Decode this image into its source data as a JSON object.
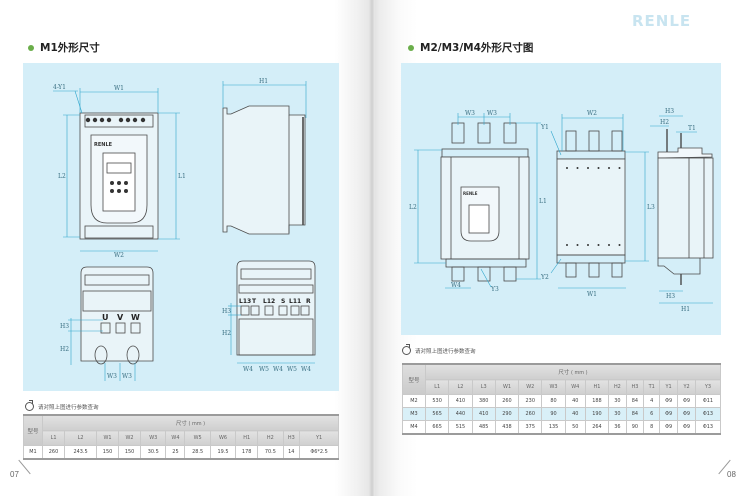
{
  "brand": {
    "logo_text": "RENLE",
    "accent_color": "#6aae4a",
    "panel_color": "#d4eef8"
  },
  "left_page": {
    "section_title": "M1外形尺寸",
    "page_number": "07",
    "drawing_labels": {
      "front": {
        "W1": "W1",
        "W2": "W2",
        "L1": "L1",
        "L2": "L2",
        "Y1": "4-Y1",
        "badge": "RENLE"
      },
      "side": {
        "H1": "H1"
      },
      "bottom_out": {
        "terminals": [
          "U",
          "V",
          "W"
        ],
        "H3": "H3",
        "H2": "H2",
        "W3a": "W3",
        "W3b": "W3"
      },
      "bottom_in": {
        "terminals": [
          "L13",
          "T",
          "L12",
          "S",
          "L11",
          "R"
        ],
        "H3": "H3",
        "H2": "H2",
        "w": [
          "W4",
          "W5",
          "W4",
          "W5",
          "W4"
        ]
      }
    },
    "note": "请对照上图进行参数查询",
    "table": {
      "model_header": "型号",
      "group_header": "尺寸 ( mm )",
      "columns": [
        "L1",
        "L2",
        "W1",
        "W2",
        "W3",
        "W4",
        "W5",
        "W6",
        "H1",
        "H2",
        "H3",
        "Y1"
      ],
      "rows": [
        {
          "model": "M1",
          "values": [
            "260",
            "243.5",
            "150",
            "150",
            "30.5",
            "25",
            "28.5",
            "19.5",
            "178",
            "70.5",
            "14",
            "Φ6*2.5"
          ]
        }
      ]
    }
  },
  "right_page": {
    "section_title": "M2/M3/M4外形尺寸图",
    "page_number": "08",
    "drawing_labels": {
      "front": {
        "W3a": "W3",
        "W3b": "W3",
        "L1": "L1",
        "L2": "L2",
        "W4": "W4",
        "Y3": "Y3",
        "badge": "RENLE"
      },
      "back": {
        "W2": "W2",
        "W1": "W1",
        "L3": "L3",
        "Y1": "Y1",
        "Y2": "Y2"
      },
      "side": {
        "H3": "H3",
        "H2": "H2",
        "T1": "T1",
        "H1": "H1",
        "H3b": "H3"
      }
    },
    "note": "请对照上图进行参数查询",
    "table": {
      "model_header": "型号",
      "group_header": "尺寸 ( mm )",
      "columns": [
        "L1",
        "L2",
        "L3",
        "W1",
        "W2",
        "W3",
        "W4",
        "H1",
        "H2",
        "H3",
        "T1",
        "Y1",
        "Y2",
        "Y3"
      ],
      "rows": [
        {
          "model": "M2",
          "highlight": false,
          "values": [
            "530",
            "410",
            "380",
            "260",
            "230",
            "80",
            "40",
            "188",
            "30",
            "84",
            "4",
            "Φ9",
            "Φ9",
            "Φ11"
          ]
        },
        {
          "model": "M3",
          "highlight": true,
          "values": [
            "565",
            "440",
            "410",
            "290",
            "260",
            "90",
            "40",
            "190",
            "30",
            "84",
            "6",
            "Φ9",
            "Φ9",
            "Φ13"
          ]
        },
        {
          "model": "M4",
          "highlight": false,
          "values": [
            "665",
            "515",
            "485",
            "438",
            "375",
            "135",
            "50",
            "264",
            "36",
            "90",
            "8",
            "Φ9",
            "Φ9",
            "Φ13"
          ]
        }
      ]
    }
  }
}
